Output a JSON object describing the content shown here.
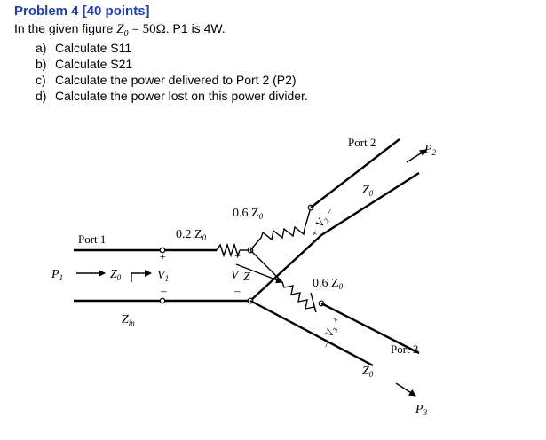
{
  "problem": {
    "title": "Problem 4 [40 points]"
  },
  "intro": {
    "before": "In the given figure",
    "z_symbol": "Z",
    "z_sub": "0",
    "z_value": "= 50Ω",
    "after": ". P1 is 4W."
  },
  "tasks": [
    {
      "marker": "a)",
      "text": "Calculate S11"
    },
    {
      "marker": "b)",
      "text": "Calculate S21"
    },
    {
      "marker": "c)",
      "text": "Calculate the power delivered to Port 2 (P2)"
    },
    {
      "marker": "d)",
      "text": "Calculate the power lost on this power divider."
    }
  ],
  "figure": {
    "port1_label": "Port 1",
    "port2_label": "Port 2",
    "port3_label": "Port 3",
    "line_symbol": "Z",
    "line_sub": "0",
    "input_symbol": "Z",
    "input_sub": "in",
    "power1_symbol": "P",
    "power1_sub": "1",
    "power2_symbol": "P",
    "power2_sub": "2",
    "power3_symbol": "P",
    "power3_sub": "3",
    "volt1_symbol": "V",
    "volt1_sub": "1",
    "volt2_symbol": "V",
    "volt2_sub": "2",
    "volt3_symbol": "V",
    "volt3_sub": "3",
    "node_volt": "V",
    "plus": "+",
    "minus": "–",
    "r1_label": "0.2 Z",
    "r1_sub": "0",
    "r2_label": "0.6 Z",
    "r2_sub": "0",
    "r3_label": "0.6 Z",
    "r3_sub": "0"
  }
}
